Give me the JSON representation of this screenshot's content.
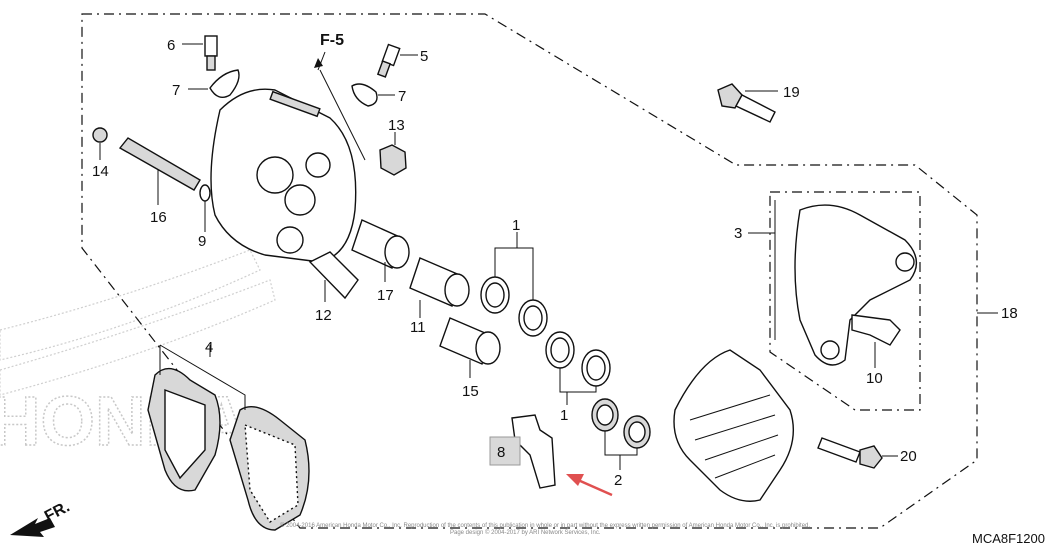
{
  "diagram": {
    "ref_label": "F-5",
    "diagram_code": "MCA8F1200",
    "forward_label": "FR.",
    "brand_watermark": "HONDA",
    "highlight_label": "8",
    "copyright_line1": "© 2004-2016 American Honda Motor Co., Inc. Reproduction of the contents of this publication in whole or in part without the express written permission of American Honda Motor Co., Inc. is prohibited.",
    "copyright_line2": "Page design © 2004-2017 by ARI Network Services, Inc.",
    "callouts": {
      "c1a": "1",
      "c1b": "1",
      "c2": "2",
      "c3": "3",
      "c4": "4",
      "c5": "5",
      "c6": "6",
      "c7a": "7",
      "c7b": "7",
      "c9": "9",
      "c10": "10",
      "c11": "11",
      "c12": "12",
      "c13": "13",
      "c14": "14",
      "c15": "15",
      "c16": "16",
      "c17": "17",
      "c18": "18",
      "c19": "19",
      "c20": "20"
    },
    "colors": {
      "highlight_box": "#d9d9d9",
      "arrow": "#e05050",
      "line": "#111111"
    }
  }
}
